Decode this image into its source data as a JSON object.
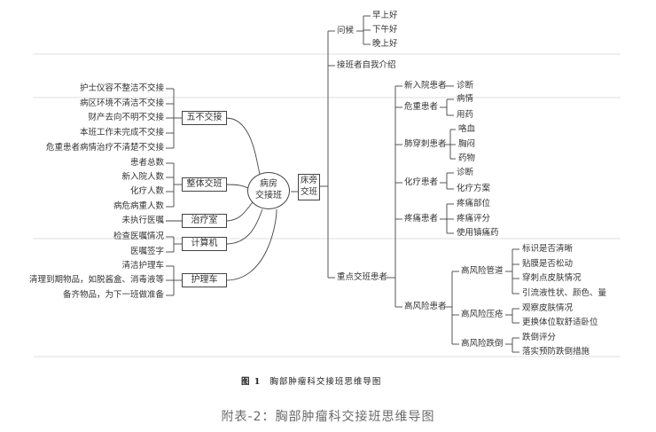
{
  "left": {
    "five_no": [
      "护士仪容不整洁不交接",
      "病区环境不清洁不交接",
      "财产去向不明不交接",
      "本班工作未完成不交接",
      "危重患者病情治疗不清楚不交接"
    ],
    "overall": [
      "患者总数",
      "新入院人数",
      "化疗人数",
      "病危病重人数"
    ],
    "treatment": [
      "未执行医嘱"
    ],
    "computer": [
      "检查医嘱情况",
      "医嘱签字"
    ],
    "cart": [
      "清洁护理车",
      "清理到期物品，如脱酱盒、消毒液等",
      "备齐物品，为下一班做准备"
    ]
  },
  "boxes": {
    "five_no": "五不交接",
    "overall": "整体交班",
    "treatment": "治疗室",
    "computer": "计算机",
    "cart": "护理车",
    "bedside_1": "床旁",
    "bedside_2": "交班"
  },
  "center": {
    "line1": "病房",
    "line2": "交接班"
  },
  "greeting": {
    "label": "问候",
    "items": [
      "早上好",
      "下午好",
      "晚上好"
    ]
  },
  "self_intro": "接班者自我介绍",
  "key_patients": {
    "label": "重点交班患者",
    "new": {
      "label": "新入院患者",
      "items": [
        "诊断"
      ]
    },
    "critical": {
      "label": "危重患者",
      "items": [
        "病情",
        "用药"
      ]
    },
    "puncture": {
      "label": "肺穿刺患者",
      "items": [
        "咯血",
        "胸闷",
        "药物"
      ]
    },
    "chemo": {
      "label": "化疗患者",
      "items": [
        "诊断",
        "化疗方案"
      ]
    },
    "pain": {
      "label": "疼痛患者",
      "items": [
        "疼痛部位",
        "疼痛评分",
        "使用镇痛药"
      ]
    },
    "high_risk": {
      "label": "高风险患者",
      "tube": {
        "label": "高风险管道",
        "items": [
          "标识是否清晰",
          "贴膜是否松动",
          "穿刺点皮肤情况",
          "引流液性状、颜色、量"
        ]
      },
      "pressure": {
        "label": "高风险压疮",
        "items": [
          "观察皮肤情况",
          "更换体位取舒适卧位"
        ]
      },
      "fall": {
        "label": "高风险跌倒",
        "items": [
          "跌倒评分",
          "落实预防跌倒措施"
        ]
      }
    }
  },
  "caption": {
    "num": "图 1",
    "text": "胸部肿瘤科交接班思维导图"
  },
  "appendix": "附表-2：胸部肿瘤科交接班思维导图"
}
